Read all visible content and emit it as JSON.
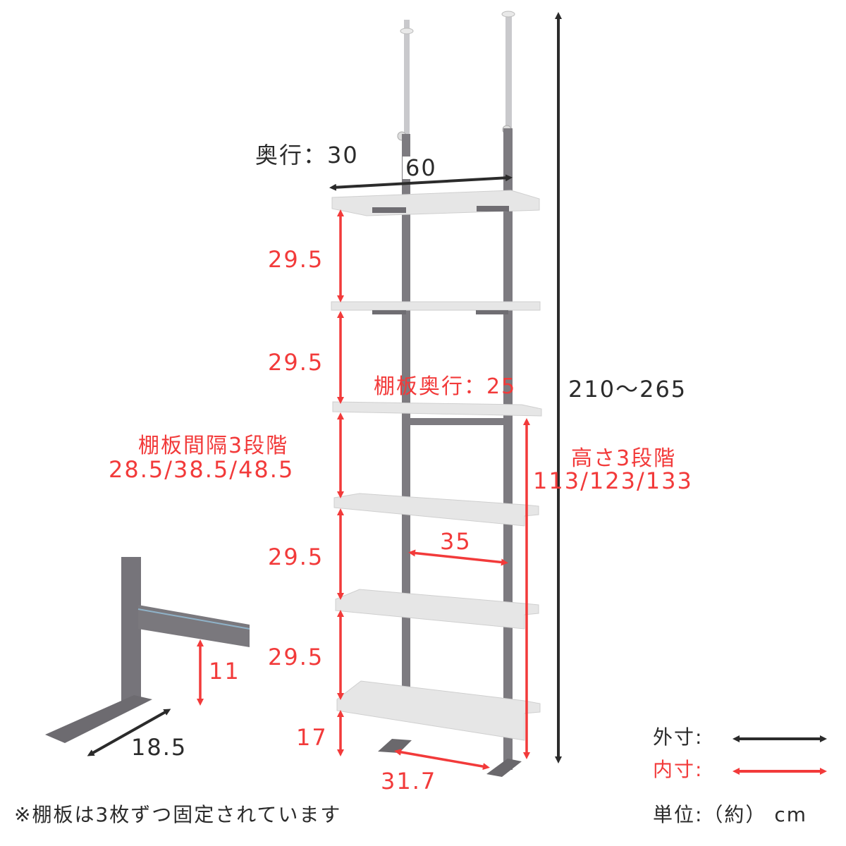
{
  "colors": {
    "outer_dimension": "#2b2b2b",
    "inner_dimension": "#f23a3a",
    "shelf": "#e4e4e4",
    "frame": "#7d7b80",
    "pole": "#c9c9cc"
  },
  "labels": {
    "depth_total": "奥行：30",
    "width_total": "60",
    "height_total": "210〜265",
    "shelf_depth": "棚板奥行：25",
    "shelf_gap_1": "29.5",
    "shelf_gap_2": "29.5",
    "shelf_gap_adjustable_title": "棚板間隔3段階",
    "shelf_gap_adjustable_values": "28.5/38.5/48.5",
    "shelf_gap_4": "29.5",
    "shelf_gap_5": "29.5",
    "bottom_clearance": "17",
    "inner_width": "35",
    "foot_spacing": "31.7",
    "lower_height_title": "高さ3段階",
    "lower_height_values": "113/123/133",
    "foot_crossbar_height": "11",
    "foot_length": "18.5"
  },
  "legend": {
    "outer_label": "外寸:",
    "inner_label": "内寸:",
    "unit_label": "単位:（約） cm"
  },
  "footnote": "※棚板は3枚ずつ固定されています"
}
